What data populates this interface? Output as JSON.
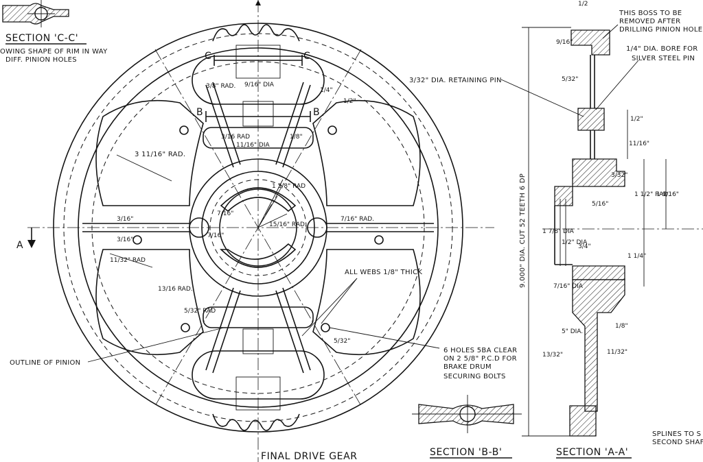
{
  "sections": {
    "cc_title": "SECTION 'C-C'",
    "cc_note_line1": "OWING SHAPE OF RIM IN WAY",
    "cc_note_line2": "DIFF. PINION HOLES",
    "bb_title": "SECTION 'B-B'",
    "aa_title": "SECTION 'A-A'"
  },
  "main": {
    "title": "FINAL DRIVE GEAR"
  },
  "section_labels": {
    "c_left": "C",
    "c_right": "C",
    "b_left": "B",
    "b_right": "B",
    "a_left": "A"
  },
  "notes": {
    "outline_pinion": "OUTLINE OF PINION",
    "all_webs": "ALL WEBS 1/8\" THICK",
    "holes_line1": "6 HOLES 5BA CLEAR",
    "holes_line2": "ON 2 5/8\" P.C.D FOR",
    "holes_line3": "BRAKE DRUM",
    "holes_line4": "SECURING BOLTS",
    "boss_line1": "THIS BOSS TO BE",
    "boss_line2": "REMOVED AFTER",
    "boss_line3": "DRILLING PINION HOLES",
    "bore_line1": "1/4\" DIA. BORE FOR",
    "bore_line2": "SILVER STEEL PIN",
    "retaining_pin": "3/32\" DIA. RETAINING PIN",
    "dia_cut": "9.000\" DIA. CUT 52 TEETH 6 DP",
    "splines_line1": "SPLINES TO S",
    "splines_line2": "SECOND SHAF"
  },
  "dims": {
    "rad_3_8": "3/8\" RAD.",
    "dia_9_16": "9/16\" DIA",
    "dim_1_4": "1/4\"",
    "dim_1_2": "1/2\"",
    "rad_3_16": "3/16 RAD",
    "dia_11_16": "11/16\" DIA",
    "dim_1_8": "1/8\"",
    "rad_3_11_16": "3 11/16\" RAD.",
    "rad_1_3_8": "1 3/8\" RAD",
    "rad_15_16": "15/16\" RAD.",
    "dim_7_16a": "7/16\"",
    "dim_7_16b": "7/16\"",
    "rad_7_16": "7/16\" RAD.",
    "dim_3_16a": "3/16\"",
    "dim_3_16b": "3/16\"",
    "rad_11_32": "11/32\" RAD",
    "rad_13_16": "13/16 RAD.",
    "rad_5_32": "5/32\" RAD",
    "dim_5_32": "5/32\"",
    "dim_1_4_top": "1/2",
    "dim_9_16v": "9/16\"",
    "dim_5_32v": "5/32\"",
    "dim_1_2v": "1/2\"",
    "dim_11_16v": "11/16\"",
    "dim_3_32": "3/32\"",
    "dim_1_1_2_rad": "1 1/2\" RAD.",
    "dim_1_9_16": "1 9/16\"",
    "dim_5_16": "5/16\"",
    "dim_1_7_8_dia": "1 7/8\" DIA",
    "dim_1_2_dia": "1/2\" DIA",
    "dim_3_4": "3/4\"",
    "dim_1_1_4": "1 1/4\"",
    "dim_7_16_dia": "7/16\" DIA",
    "dim_5_dia": "5\" DIA.",
    "dim_1_8v": "1/8\"",
    "dim_13_32": "13/32\"",
    "dim_11_32": "11/32\""
  }
}
